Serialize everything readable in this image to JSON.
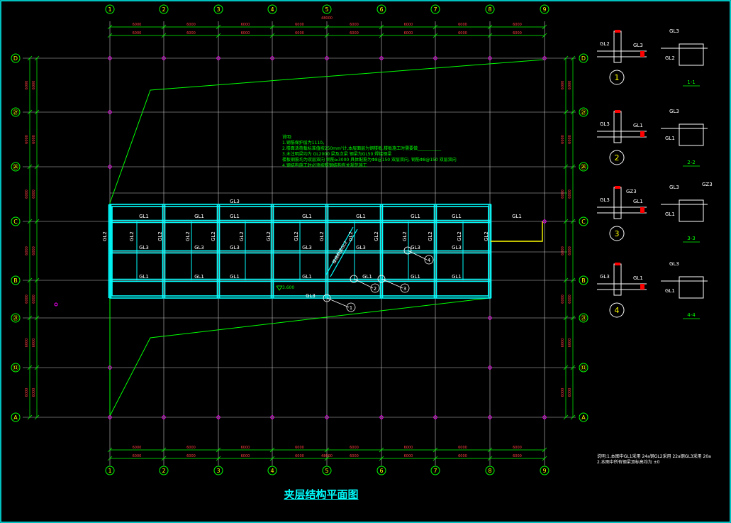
{
  "drawing": {
    "title": "夹层结构平面图",
    "columns": [
      "1",
      "2",
      "3",
      "4",
      "5",
      "6",
      "7",
      "8",
      "9"
    ],
    "rows": [
      "D",
      "C1",
      "C2",
      "C",
      "B",
      "B1",
      "A1",
      "A"
    ],
    "row_labels_display": {
      "D": "D",
      "C1": "㉗",
      "C2": "㉖",
      "C": "C",
      "B": "B",
      "B1": "㉑",
      "A1": "⑬",
      "A": "A"
    },
    "bay_dim": "6000",
    "total_dim": "48000",
    "beam_labels": {
      "gl1": "GL1",
      "gl2": "GL2",
      "gl3": "GL3"
    },
    "elevation_mark": "3.600",
    "diag_label": "楼梯斜梁GL2",
    "section_marks": [
      "1",
      "2",
      "3",
      "4"
    ],
    "section_titles": [
      "1-1",
      "2-2",
      "3-3",
      "4-4"
    ],
    "gz_label": "GZ3",
    "notes": [
      "说明:",
      "1.钢筋保护层为1110。",
      "2.楼面活荷载标准值按250mm²计,本层面层为钢楼板,楼板施工时需要做___________",
      "3.未注明梁均为 GL2000 梁及次梁 钢梁为GL50 焊接钢梁",
      "   楼板钢筋均为双层双向 钢筋≥3000 具体配筋为Φ8@150 双层双向, 钢筋Φ8@150 双层双向",
      "4.钢结构施工时必须按照钢结构有关规范施工"
    ],
    "bottom_notes": [
      "说明:1.本图中GL1采用   24a钢GL2采用   22a钢GL3采用   20a",
      "    2.本图中所有钢梁顶标高均为 ±0"
    ]
  }
}
